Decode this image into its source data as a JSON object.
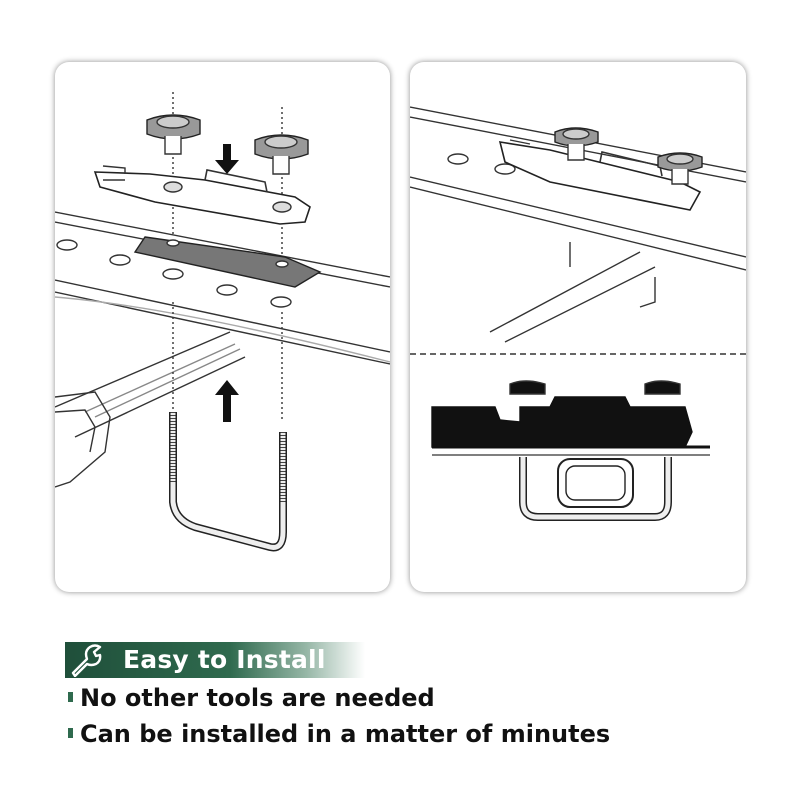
{
  "banner": {
    "title": "Easy to Install",
    "icon": "wrench-icon",
    "color": "#2f6a4e"
  },
  "features": [
    "No other tools are needed",
    "Can be installed in a matter of minutes"
  ]
}
